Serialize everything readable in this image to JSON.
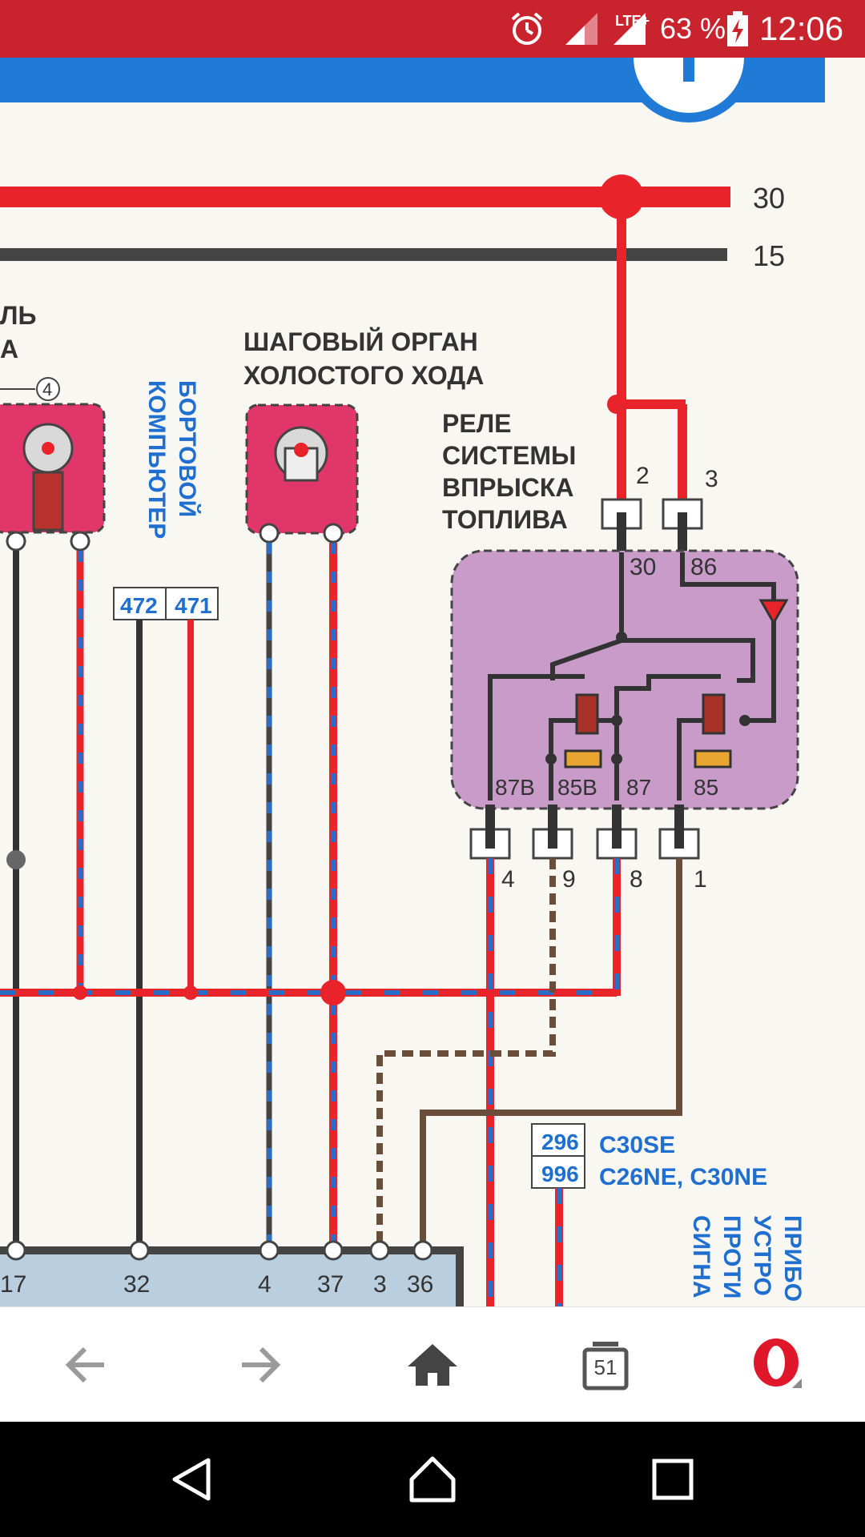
{
  "status_bar": {
    "network": "LTE+",
    "battery": "63 %",
    "time": "12:06",
    "icons": [
      "alarm-icon",
      "signal-icon",
      "signal-lte-icon",
      "battery-charging-icon"
    ]
  },
  "diagram": {
    "bus_30": "30",
    "bus_15": "15",
    "label_left_1": "ЛЬ",
    "label_left_2": "А",
    "marker_4": "4",
    "stepper_label_1": "ШАГОВЫЙ ОРГАН",
    "stepper_label_2": "ХОЛОСТОГО ХОДА",
    "board_computer_1": "БОРТОВОЙ",
    "board_computer_2": "КОМПЬЮТЕР",
    "relay_label_1": "РЕЛЕ",
    "relay_label_2": "СИСТЕМЫ",
    "relay_label_3": "ВПРЫСКА",
    "relay_label_4": "ТОПЛИВА",
    "pin_top_2": "2",
    "pin_top_3": "3",
    "term_30": "30",
    "term_86": "86",
    "term_87b": "87B",
    "term_85b": "85B",
    "term_87": "87",
    "term_85": "85",
    "pin_bottom_4": "4",
    "pin_bottom_9": "9",
    "pin_bottom_8": "8",
    "pin_bottom_1": "1",
    "box_472": "472",
    "box_471": "471",
    "box_296": "296",
    "box_996": "996",
    "model_1": "C30SE",
    "model_2": "C26NE, C30NE",
    "right_v_1": "ПРИБО",
    "right_v_2": "УСТРО",
    "right_v_3": "ПРОТИ",
    "right_v_4": "СИГНА",
    "conn_17": "17",
    "conn_32": "32",
    "conn_4": "4",
    "conn_37": "37",
    "conn_3": "3",
    "conn_36": "36"
  },
  "browser_bar": {
    "tabs_count": "51",
    "icons": [
      "back-arrow-icon",
      "forward-arrow-icon",
      "home-icon",
      "tabs-icon",
      "opera-logo-icon"
    ]
  },
  "nav_bar": {
    "icons": [
      "back-triangle-icon",
      "home-circle-icon",
      "recents-square-icon"
    ]
  },
  "colors": {
    "status_bar": "#c9232e",
    "wire_red": "#e8232a",
    "wire_dark": "#444444",
    "wire_blue": "#2b6cc4",
    "relay_body": "#c89bc8",
    "header_blue": "#1f7bd6"
  }
}
